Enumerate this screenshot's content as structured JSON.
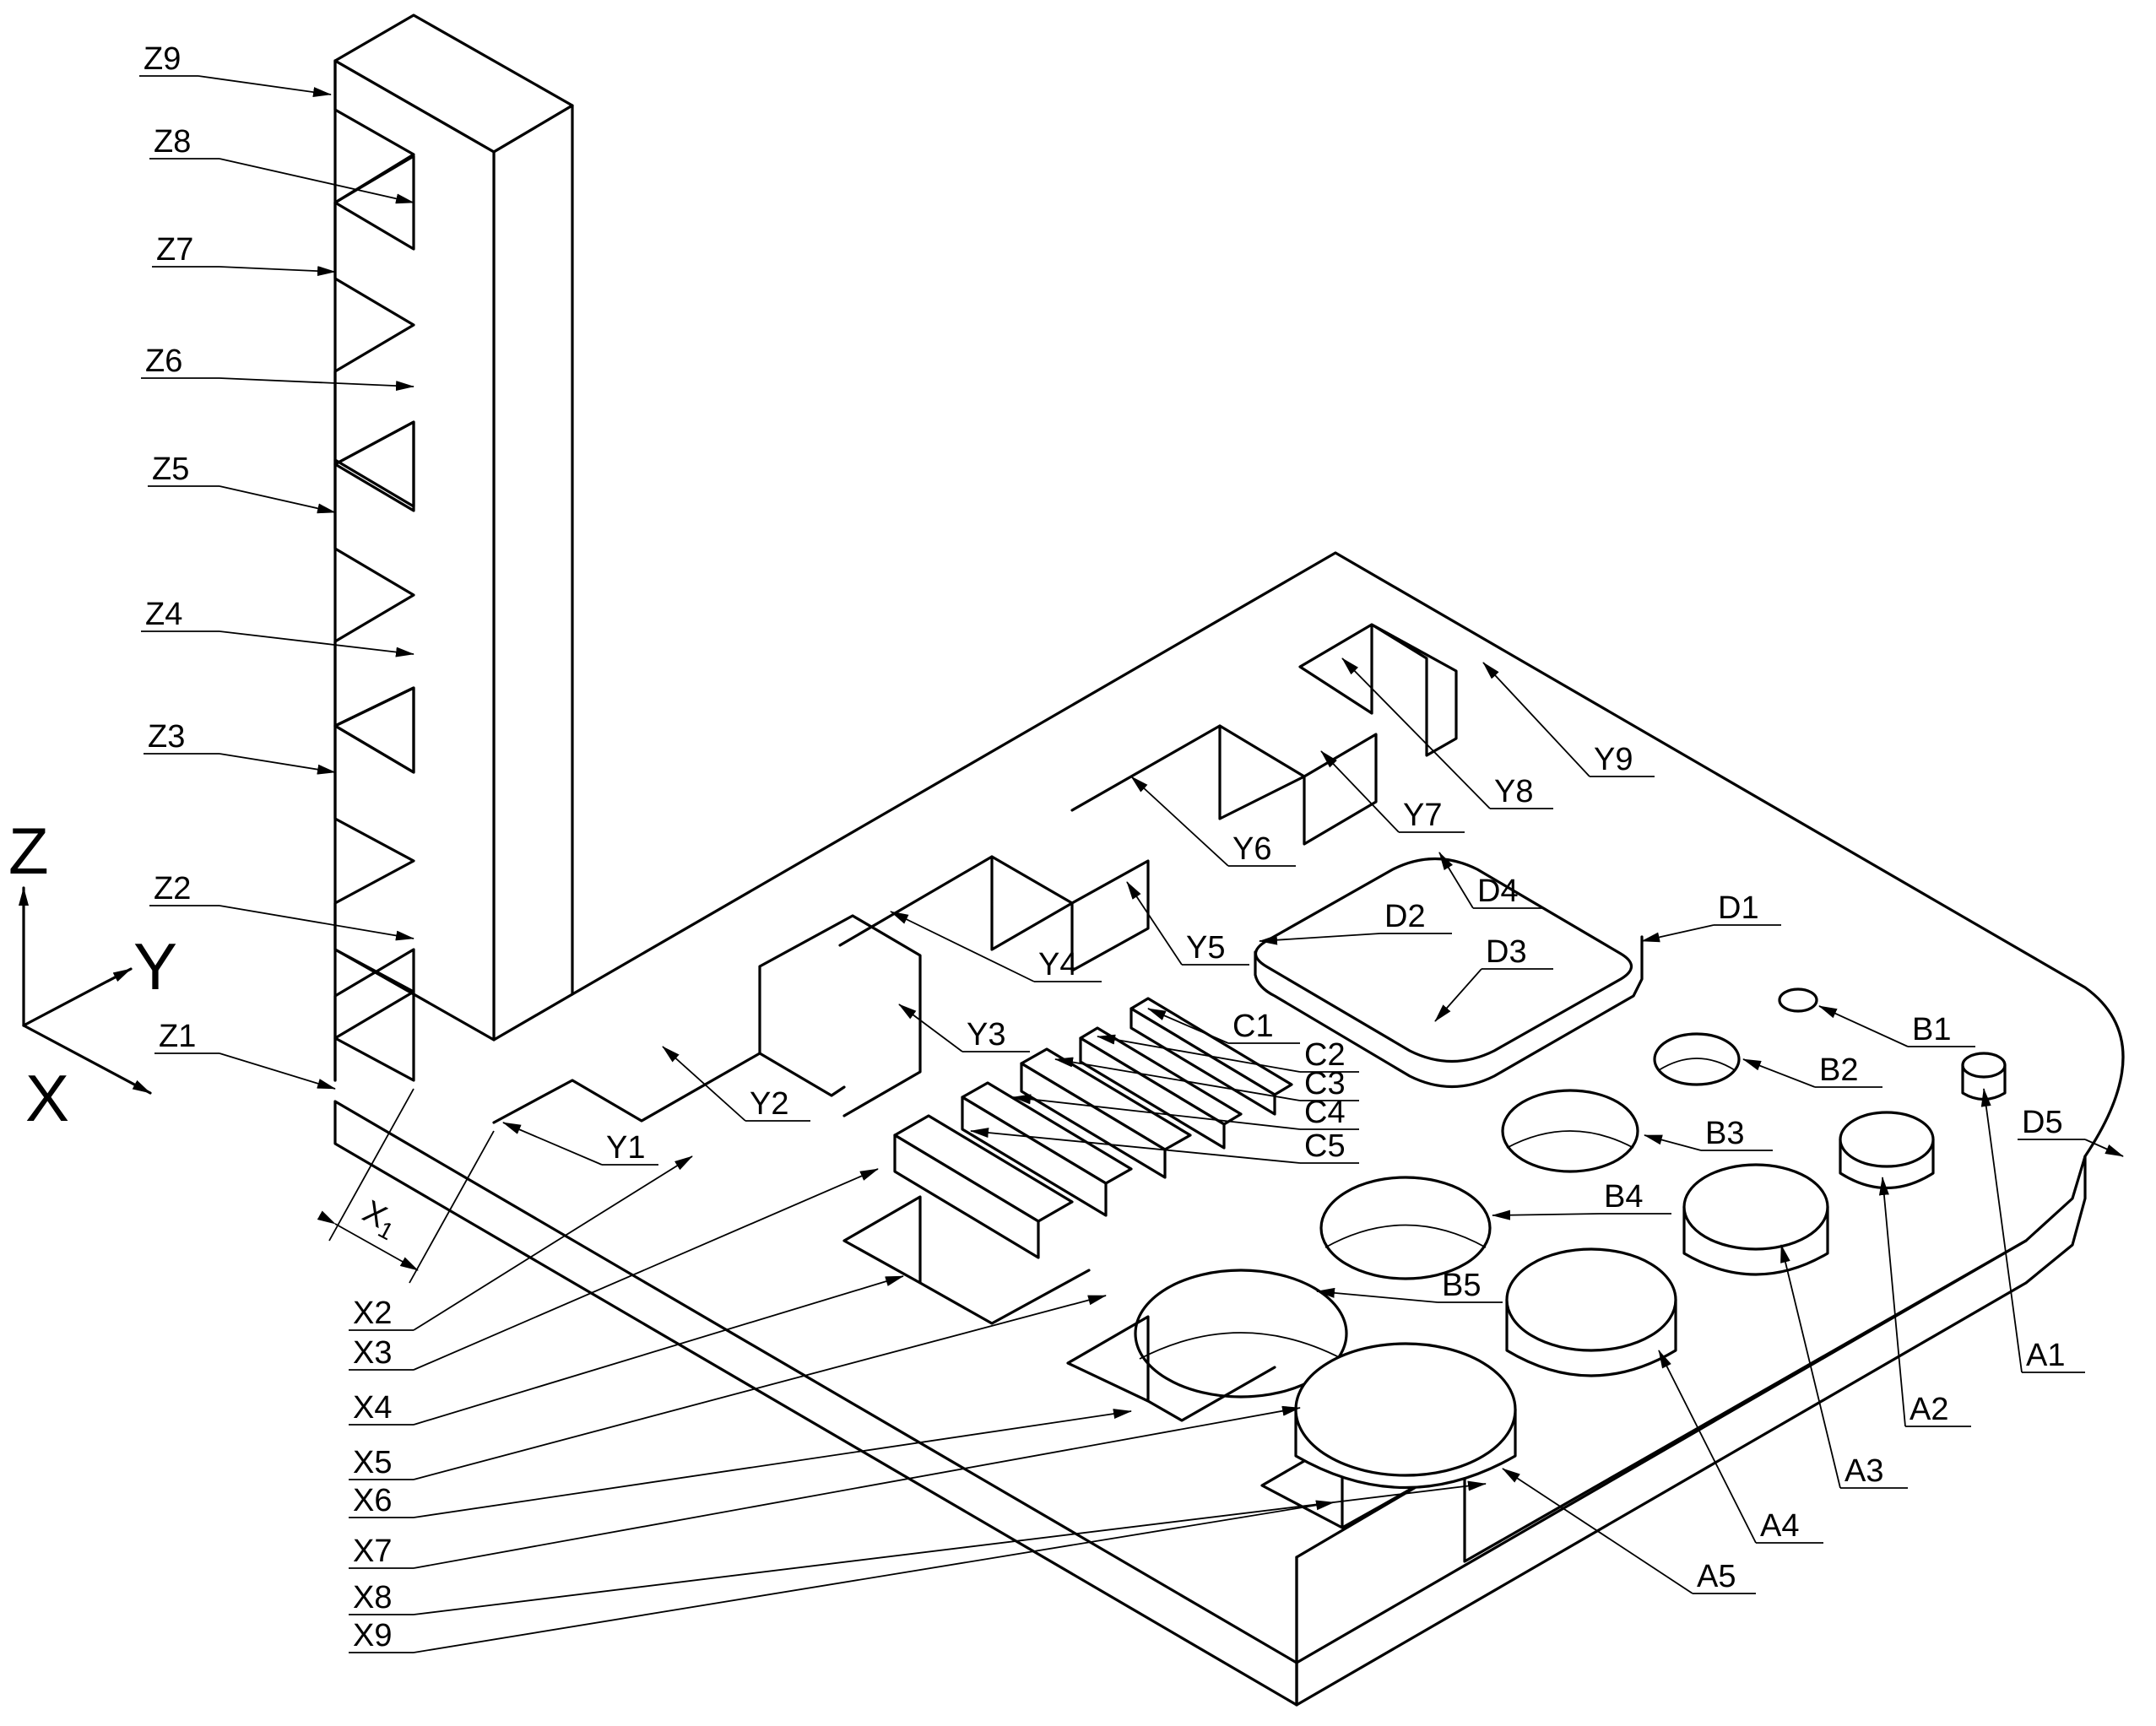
{
  "axes": [
    {
      "id": "Z",
      "text": "Z"
    },
    {
      "id": "Y",
      "text": "Y"
    },
    {
      "id": "X",
      "text": "X"
    }
  ],
  "x1_label": "X",
  "x1_sub": "1",
  "labels": {
    "Z9": "Z9",
    "Z8": "Z8",
    "Z7": "Z7",
    "Z6": "Z6",
    "Z5": "Z5",
    "Z4": "Z4",
    "Z3": "Z3",
    "Z2": "Z2",
    "Z1": "Z1",
    "X2": "X2",
    "X3": "X3",
    "X4": "X4",
    "X5": "X5",
    "X6": "X6",
    "X7": "X7",
    "X8": "X8",
    "X9": "X9",
    "Y1": "Y1",
    "Y2": "Y2",
    "Y3": "Y3",
    "Y4": "Y4",
    "Y5": "Y5",
    "Y6": "Y6",
    "Y7": "Y7",
    "Y8": "Y8",
    "Y9": "Y9",
    "C1": "C1",
    "C2": "C2",
    "C3": "C3",
    "C4": "C4",
    "C5": "C5",
    "D1": "D1",
    "D2": "D2",
    "D3": "D3",
    "D4": "D4",
    "D5": "D5",
    "B1": "B1",
    "B2": "B2",
    "B3": "B3",
    "B4": "B4",
    "B5": "B5",
    "A1": "A1",
    "A2": "A2",
    "A3": "A3",
    "A4": "A4",
    "A5": "A5"
  }
}
